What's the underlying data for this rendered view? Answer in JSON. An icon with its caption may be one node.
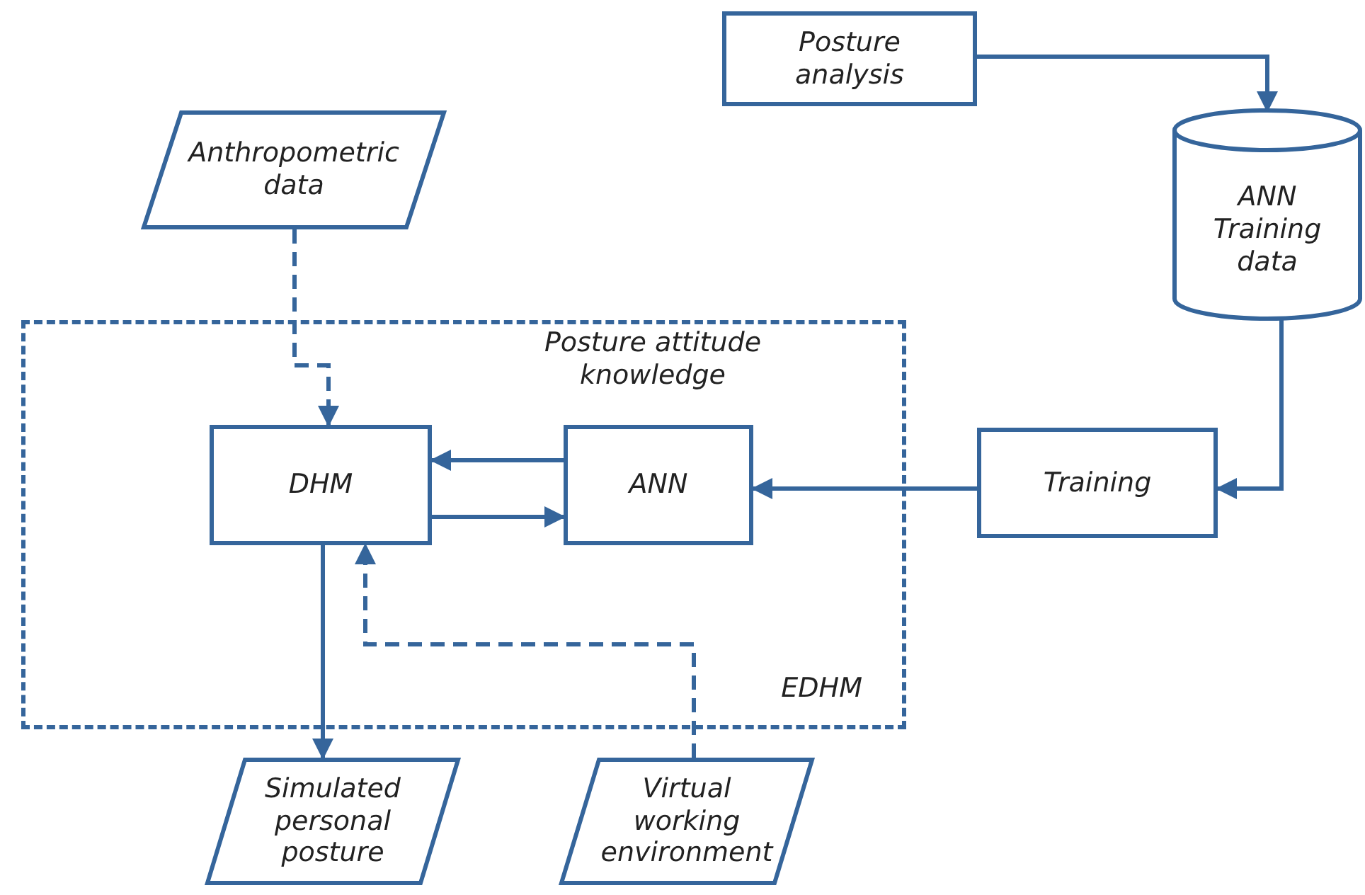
{
  "diagram": {
    "nodes": [
      {
        "text": [
          "Posture analysis"
        ]
      },
      {
        "text": [
          "ANN Training data"
        ]
      },
      {
        "text": [
          "Anthropometric data"
        ]
      },
      {
        "text": [
          "EDHM"
        ]
      },
      {
        "text": [
          "DHM"
        ],
        "in": 3
      },
      {
        "text": [
          "ANN"
        ],
        "in": 3,
        "beside": [
          "Posture attitude knowledge"
        ]
      },
      {
        "text": [
          "Training"
        ]
      },
      {
        "text": [
          "Simulated personal posture"
        ]
      },
      {
        "text": [
          "Virtual working environment"
        ]
      }
    ],
    "edges": [
      {
        "from": 0,
        "to": 1,
        "arrow": "to"
      },
      {
        "from": 1,
        "to": 6,
        "arrow": "to"
      },
      {
        "from": 6,
        "to": 5,
        "arrow": "to"
      },
      {
        "from": 5,
        "to": 4,
        "arrow": "to"
      },
      {
        "from": 4,
        "to": 5,
        "arrow": "to"
      },
      {
        "from": 2,
        "to": 4,
        "arrow": "to",
        "style": "dashed"
      },
      {
        "from": 4,
        "to": 7,
        "arrow": "to"
      },
      {
        "from": 8,
        "to": 4,
        "arrow": "to",
        "style": "dashed"
      }
    ]
  }
}
